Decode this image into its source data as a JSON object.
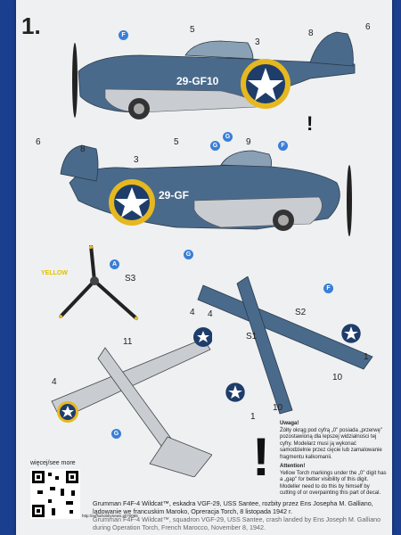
{
  "sheet_number": "1.",
  "view1": {
    "code": "29-GF10",
    "callouts": [
      "5",
      "3",
      "8",
      "6"
    ],
    "badges": [
      "F",
      "G"
    ],
    "exclamation": "!"
  },
  "view2": {
    "code": "29-GF",
    "callouts": [
      "6",
      "8",
      "5",
      "9",
      "3"
    ],
    "badges": [
      "G",
      "F",
      "G"
    ]
  },
  "propeller": {
    "yellow_label": "YELLOW",
    "badge": "A",
    "stencil": "S3"
  },
  "underside": {
    "callouts": [
      "4",
      "11",
      "4"
    ],
    "badge": "G"
  },
  "topside": {
    "callouts": [
      "S2",
      "S1",
      "10",
      "10",
      "1",
      "1",
      "4"
    ],
    "badge": "F"
  },
  "warning": {
    "title_pl": "Uwaga!",
    "text_pl": "Żółty okrąg pod cyfrą „0\" posiada „przerwę\" pozostawioną dla lepszej widzialności tej cyfry. Modelarz musi ją wykonać samodzielnie przez cięcie lub zamalowanie fragmentu kalkomanii.",
    "title_en": "Attention!",
    "text_en": "Yellow Torch markings under the „0\" digit has a „gap\" for better visibility of this digit. Modeller need to do this by himself by cutting of or overpainting this part of decal.",
    "exclamation": "!"
  },
  "qr": {
    "label": "więcej/see more",
    "url": "http://armahobbynews.pl/70065"
  },
  "caption": {
    "pl": "Grumman F4F-4 Wildcat™, eskadra VGF-29, USS Santee, rozbity przez Ens Josepha M. Galliano, lądowanie we francuskim Maroko, Opreracja Torch, 8 listopada 1942 r.",
    "en": "Grumman F4F-4 Wildcat™, squadron VGF-29, USS Santee, crash landed by Ens Joseph M. Galliano during Operation Torch, French Marocco, November 8, 1942."
  },
  "colors": {
    "navy_blue": "#4a6a8c",
    "light_gray": "#c9cdd2",
    "roundel_yellow": "#e6b820",
    "badge_blue": "#3a7ed6",
    "page_bg": "#1b3f8f",
    "sheet_bg": "#eef0f2"
  }
}
